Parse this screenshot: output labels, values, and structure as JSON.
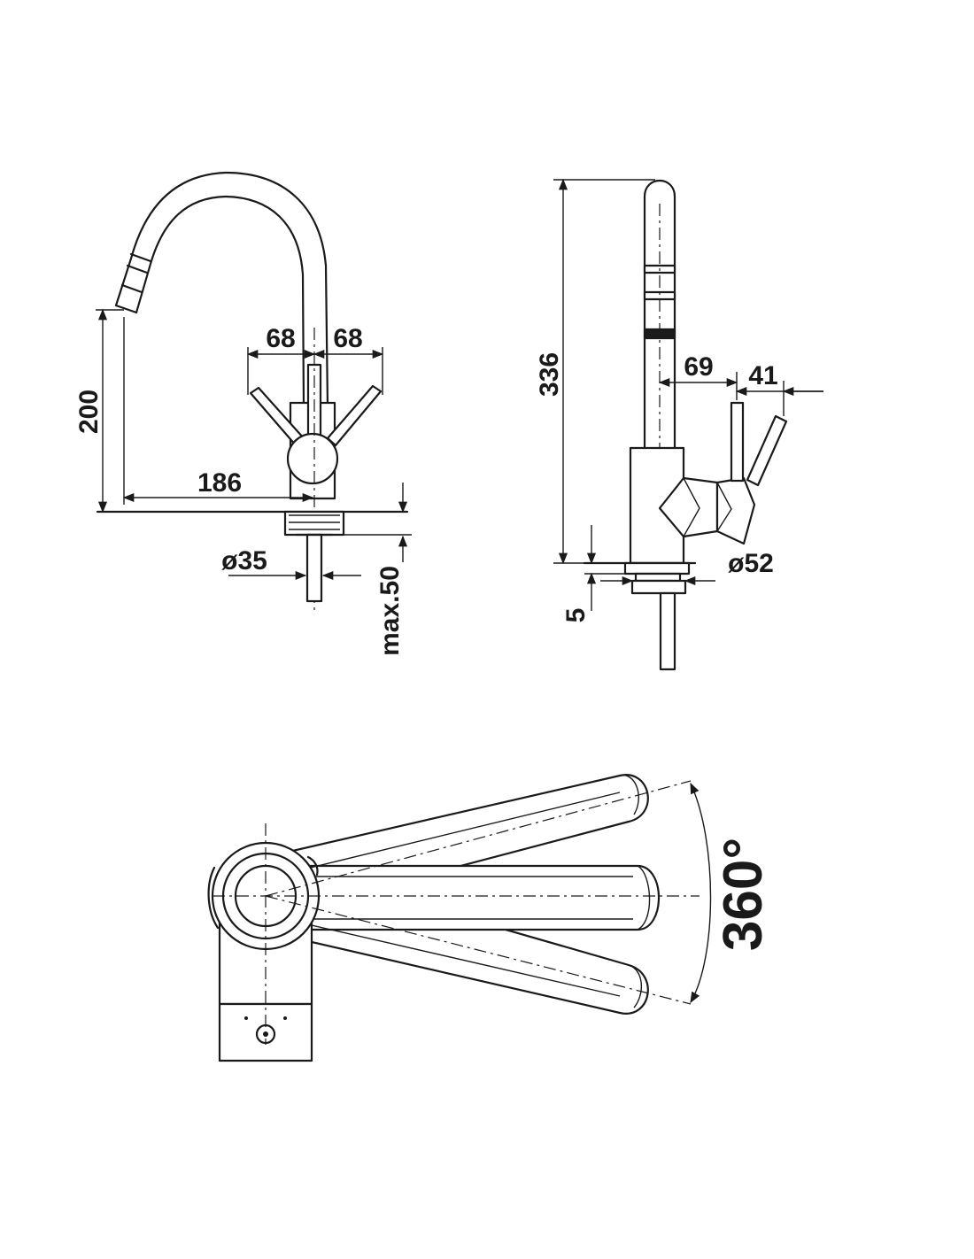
{
  "front_view": {
    "dim_height": "200",
    "dim_reach": "186",
    "dim_handle_left": "68",
    "dim_handle_right": "68",
    "dim_hole": "ø35",
    "dim_thickness": "max.50"
  },
  "side_view": {
    "dim_total_height": "336",
    "dim_spout_offset": "69",
    "dim_handle_offset": "41",
    "dim_base": "ø52",
    "dim_base_height": "5"
  },
  "top_view": {
    "dim_rotation": "360°"
  },
  "colors": {
    "line": "#1a1a1a",
    "background": "#ffffff"
  }
}
